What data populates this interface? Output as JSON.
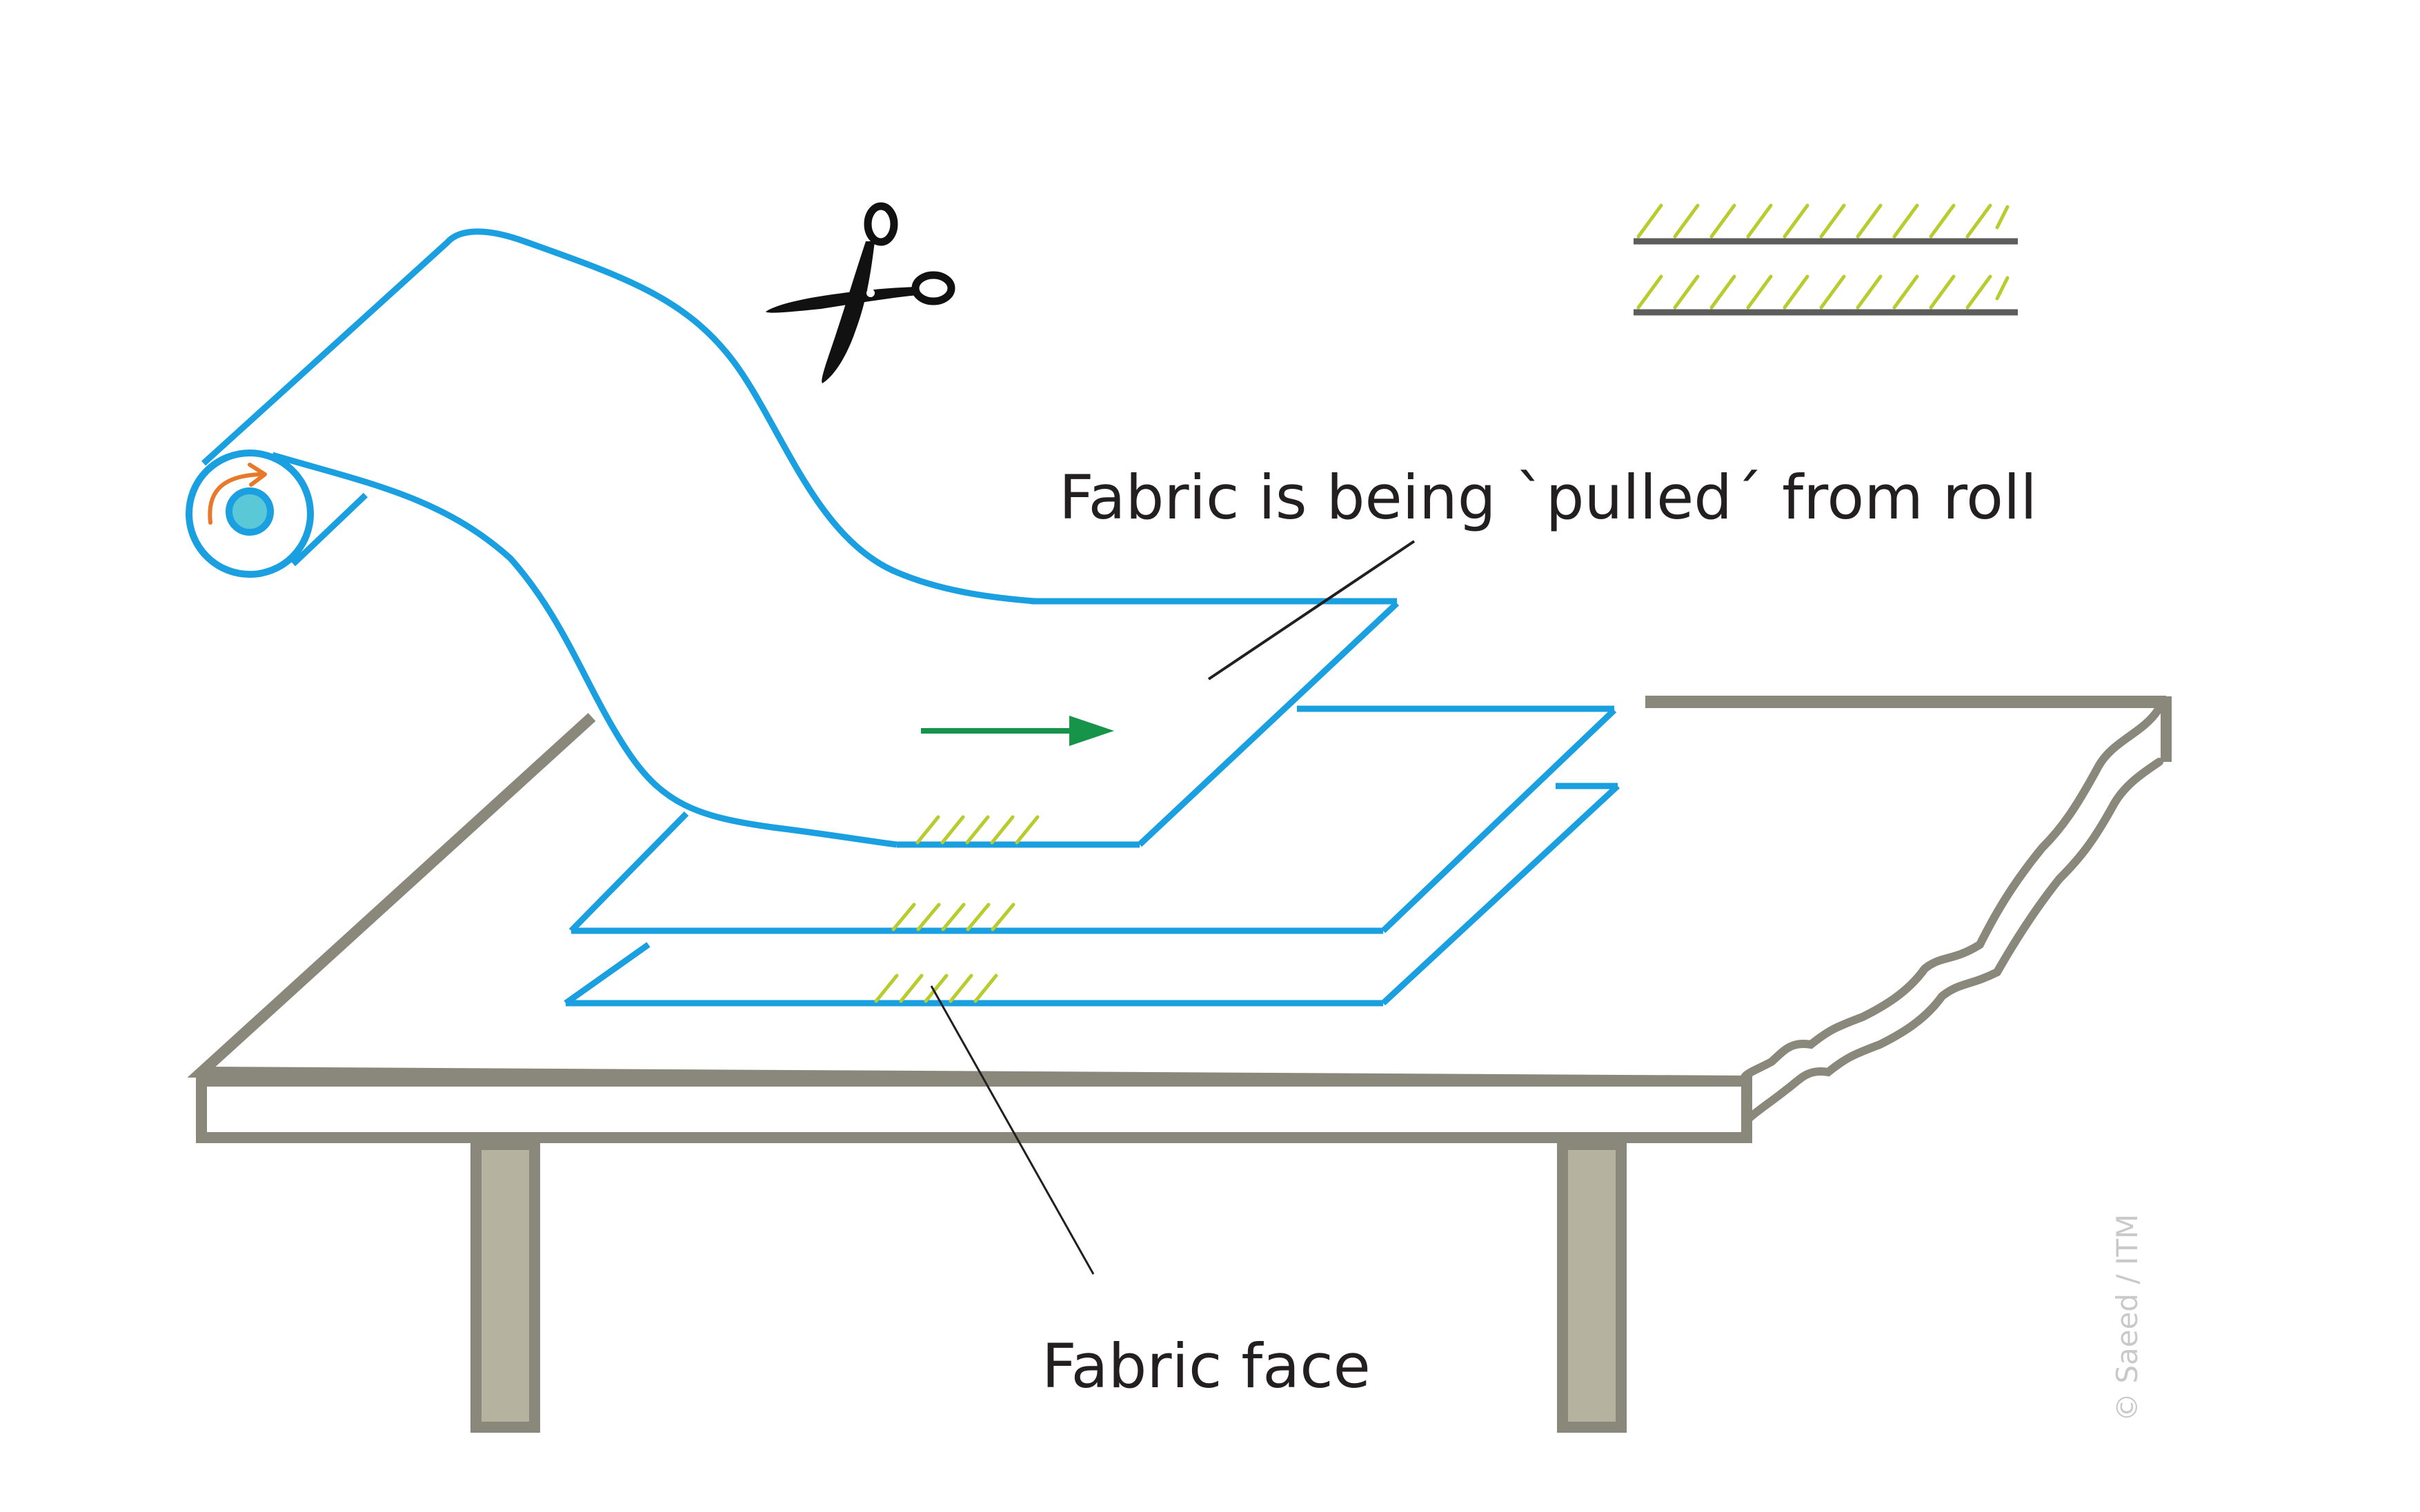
{
  "labels": {
    "pulled_from_roll": "Fabric is being `pulled´ from roll",
    "fabric_face": "Fabric face"
  },
  "copyright": "© Saeed / ITM",
  "colors": {
    "fabric": "#1aa0e0",
    "table_outline": "#8a887a",
    "table_leg_fill": "#b5b3a0",
    "face_hatch": "#b8cc2e",
    "direction_arrow": "#16944a",
    "rotation_arrow": "#e8792a",
    "roll_core": "#5bc8d8",
    "legend_line": "#5d5d5d",
    "scissors": "#111111"
  },
  "icons": {
    "scissors": "scissors-icon",
    "direction_arrow": "arrow-right-icon",
    "rotation": "rotate-clockwise-icon"
  }
}
